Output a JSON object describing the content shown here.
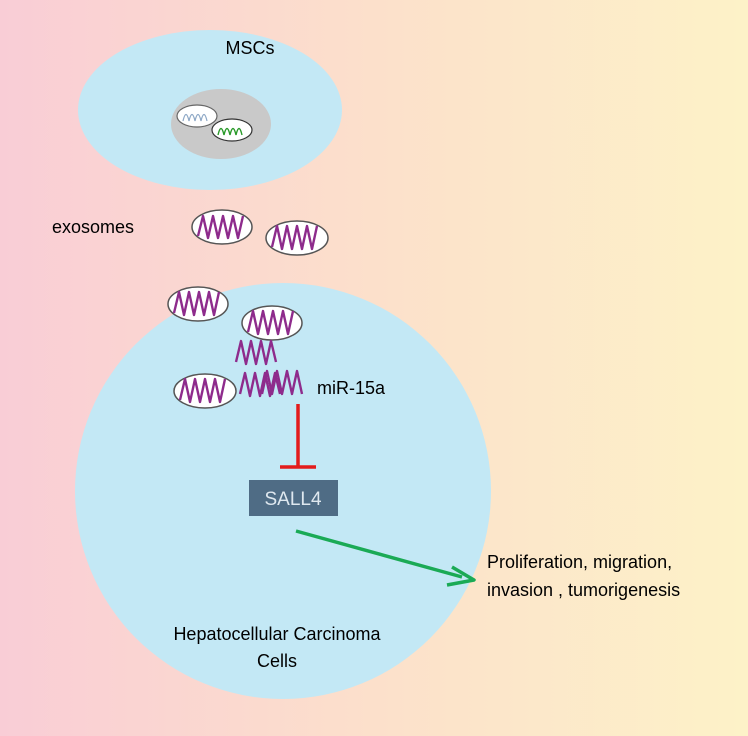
{
  "labels": {
    "mscs": "MSCs",
    "exosomes": "exosomes",
    "mirna": "miR-15a",
    "target": "SALL4",
    "outcome_line1": "Proliferation, migration,",
    "outcome_line2": "invasion , tumorigenesis",
    "hcc_line1": "Hepatocellular Carcinoma",
    "hcc_line2": "Cells"
  },
  "colors": {
    "background_left": "#f9cdd6",
    "background_mid": "#fce0cb",
    "background_right": "#fdf2c8",
    "cell_fill": "#c3e8f5",
    "nucleus_fill": "#c9c9c9",
    "mirna_wave": "#8e2b8c",
    "inhibition": "#e31b1b",
    "activation": "#1aaa55",
    "target_box": "#4f6c85",
    "target_text": "#dfe8ef"
  },
  "icons": [
    "exosome-icon",
    "mirna-wave-icon",
    "inhibition-arrow-icon",
    "activation-arrow-icon"
  ]
}
